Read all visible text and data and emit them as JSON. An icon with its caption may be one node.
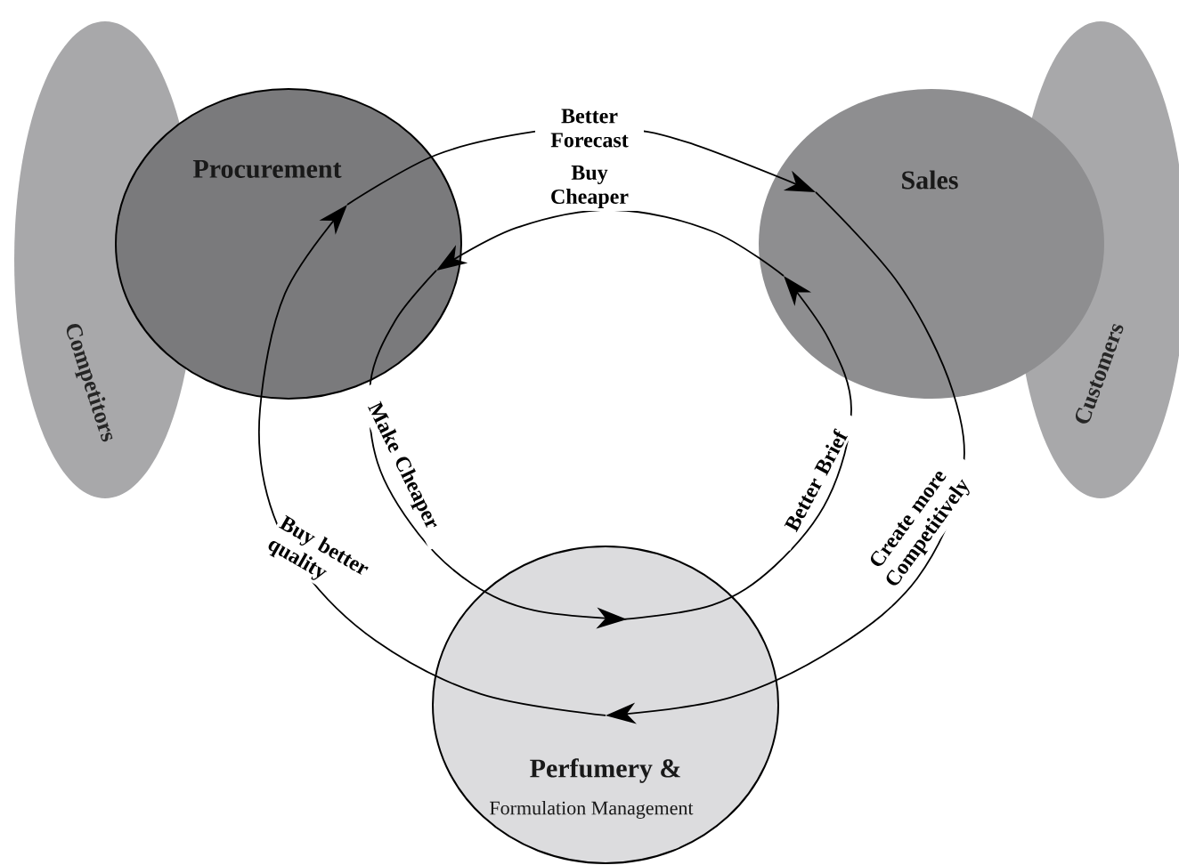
{
  "diagram": {
    "nodes": [
      {
        "text": [
          "Competitors"
        ]
      },
      {
        "text": [
          "Procurement"
        ]
      },
      {
        "text": [
          "Sales"
        ]
      },
      {
        "text": [
          "Customers"
        ]
      },
      {
        "text": [
          "Perfumery &",
          "Formulation Management"
        ]
      }
    ],
    "edges": [
      {
        "from": 1,
        "to": 2,
        "arrow": "to",
        "label": "Better Forecast"
      },
      {
        "from": 2,
        "to": 1,
        "arrow": "to",
        "label": "Buy Cheaper"
      },
      {
        "from": 1,
        "to": 4,
        "arrow": "to",
        "label": "Make Cheaper"
      },
      {
        "from": 4,
        "to": 2,
        "arrow": "to",
        "label": "Better Brief"
      },
      {
        "from": 2,
        "to": 4,
        "arrow": "to",
        "label": "Create more Competitively"
      },
      {
        "from": 4,
        "to": 1,
        "arrow": "to",
        "label": "Buy better quality"
      }
    ]
  }
}
